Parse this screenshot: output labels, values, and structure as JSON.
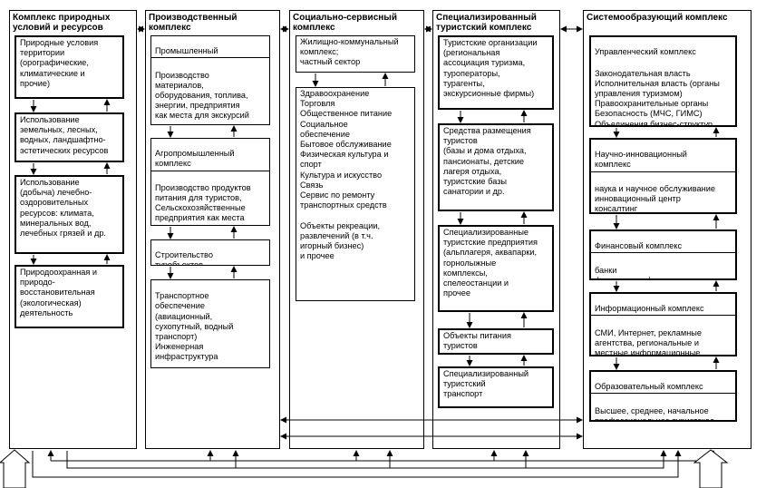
{
  "columns": [
    {
      "title": "Комплекс природных\nусловий и ресурсов",
      "boxes": [
        "Природные условия\nтерритории\n(орографические,\nклиматические и\nпрочие)",
        "Использование\nземельных, лесных,\nводных, ландшафтно-\nэстетических ресурсов",
        "Использование\n(добыча) лечебно-\nоздоровительных\nресурсов: климата,\nминеральных вод,\nлечебных грязей и др.",
        "Природоохранная и\nприродо-\nвосстановительная\n(экологическая)\nдеятельность"
      ]
    },
    {
      "title": "Производственный\nкомплекс",
      "boxes": [
        {
          "head": "Промышленный",
          "body": "Производство\nматериалов,\nоборудования, топлива,\nэнергии, предприятия\nкак места для экскурсий\nи туризма"
        },
        {
          "head": "Агропромышленный\nкомплекс",
          "body": "Производство продуктов\nпитания для туристов,\nСельскохозяйственные\nпредприятия как места\nэкскурсий"
        },
        {
          "head": "Строительство\nтуробъектов",
          "body": ""
        },
        {
          "head": "",
          "body": "Транспортное\nобеспечение\n(авиационный,\nсухопутный, водный\nтранспорт)\nИнженерная\nинфраструктура"
        }
      ]
    },
    {
      "title": "Социально-сервисный\nкомплекс",
      "boxes": [
        "Жилищно-коммунальный\nкомплекс;\nчастный сектор",
        "Здравоохранение\nТорговля\nОбщественное питание\nСоциальное\nобеспечение\nБытовое обслуживание\nФизическая культура и\nспорт\nКультура и искусство\nСвязь\nСервис по ремонту\nтранспортных средств\n\nОбъекты рекреации,\nразвлечений (в т.ч.\nигорный бизнес)\nи прочее"
      ]
    },
    {
      "title": "Специализированный\nтуристский комплекс",
      "boxes": [
        "Туристские организации\n(региональная\nассоциация туризма,\nтуроператоры,\nтурагенты,\nэкскурсионные фирмы)",
        "Средства размещения\nтуристов\n(базы и дома отдыха,\nпансионаты, детские\nлагеря отдыха,\nтуристские базы\nсанатории и др.",
        "Специализированные\nтуристские предприятия\n(альплагеря, аквапарки,\nгорнолыжные\nкомплексы,\nспелеостанции и\nпрочее",
        "Объекты питания\nтуристов",
        "Специализированный\nтуристский\nтранспорт"
      ]
    },
    {
      "title": "Системообразующий комплекс",
      "boxes": [
        {
          "head": "Управленческий комплекс",
          "body": "Законодательная власть\nИсполнительная власть (органы\nуправления туризмом)\nПравоохранительные органы\nБезопасность (МЧС, ГИМС)\nОбъединения бизнес-структур"
        },
        {
          "head": "Научно-инновационный\nкомплекс",
          "body": "наука и научное обслуживание\nинновационный центр\nконсалтинг\nпроектирование"
        },
        {
          "head": "Финансовый комплекс",
          "body": "банки\nфинансовые фонды\nстрахование"
        },
        {
          "head": "Информационный комплекс",
          "body": "СМИ, Интернет, рекламные\nагентства, региональные и\nместные информационные\nцентры и службы"
        },
        {
          "head": "Образовательный комплекс",
          "body": "Высшее, среднее, начальное\nпрофессиональное туристское\nобразование"
        }
      ]
    }
  ]
}
